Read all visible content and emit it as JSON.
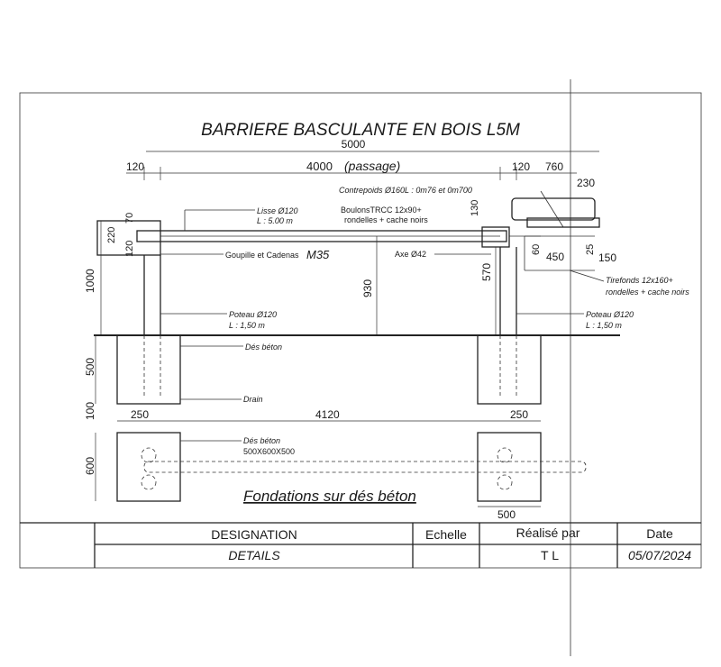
{
  "title": "BARRIERE BASCULANTE EN BOIS L5M",
  "dimensions": {
    "total_length": "5000",
    "passage": "4000",
    "passage_note": "(passage)",
    "left_offset": "120",
    "right_offset": "120",
    "right_width": "760",
    "counterweight_height": "230",
    "left_70": "70",
    "left_220": "220",
    "left_120": "120",
    "height_1000": "1000",
    "height_930": "930",
    "height_570": "570",
    "height_130": "130",
    "width_450": "450",
    "val_60": "60",
    "val_25": "25",
    "val_150": "150",
    "depth_500": "500",
    "drain_100": "100",
    "plan_250_left": "250",
    "plan_4120": "4120",
    "plan_250_right": "250",
    "plan_600": "600",
    "plan_500": "500"
  },
  "labels": {
    "contrepoids": "Contrepoids Ø160L : 0m76 et 0m700",
    "lisse_1": "Lisse Ø120",
    "lisse_2": "L : 5.00 m",
    "boulons_1": "BoulonsTRCC 12x90+",
    "boulons_2": "rondelles + cache noirs",
    "goupille": "Goupille et Cadenas",
    "goupille_ref": "M35",
    "axe": "Axe Ø42",
    "tirefonds_1": "Tirefonds 12x160+",
    "tirefonds_2": "rondelles + cache noirs",
    "poteau_left_1": "Poteau Ø120",
    "poteau_left_2": "L : 1,50 m",
    "poteau_right_1": "Poteau Ø120",
    "poteau_right_2": "L : 1,50 m",
    "des_beton": "Dés béton",
    "drain": "Drain",
    "plan_des_beton_1": "Dés béton",
    "plan_des_beton_2": "500X600X500",
    "fondations": "Fondations sur dés béton"
  },
  "title_block": {
    "designation_header": "DESIGNATION",
    "echelle_header": "Echelle",
    "realise_header": "Réalisé par",
    "date_header": "Date",
    "designation_value": "DETAILS",
    "echelle_value": "",
    "realise_value": "T L",
    "date_value": "05/07/2024"
  }
}
